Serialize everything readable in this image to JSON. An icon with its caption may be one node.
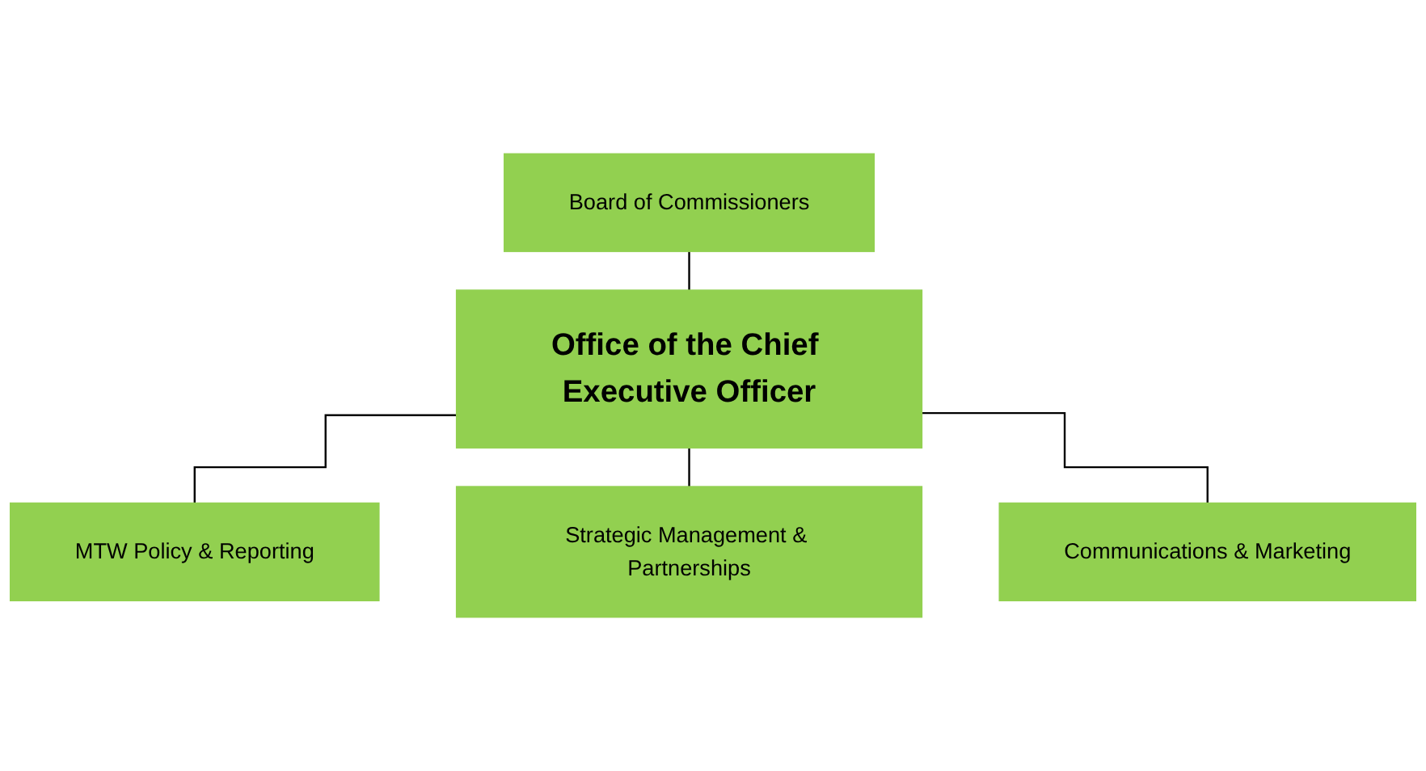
{
  "diagram": {
    "nodes": [
      {
        "text": [
          "Board of Commissioners"
        ]
      },
      {
        "text": [
          "Office of the Chief Executive Officer"
        ]
      },
      {
        "text": [
          "MTW Policy & Reporting"
        ]
      },
      {
        "text": [
          "Strategic Management & Partnerships"
        ]
      },
      {
        "text": [
          "Communications & Marketing"
        ]
      }
    ],
    "edges": [
      {
        "from": 0,
        "to": 1,
        "arrow": "none"
      },
      {
        "from": 1,
        "to": 2,
        "arrow": "none"
      },
      {
        "from": 1,
        "to": 3,
        "arrow": "none"
      },
      {
        "from": 1,
        "to": 4,
        "arrow": "none"
      }
    ]
  }
}
